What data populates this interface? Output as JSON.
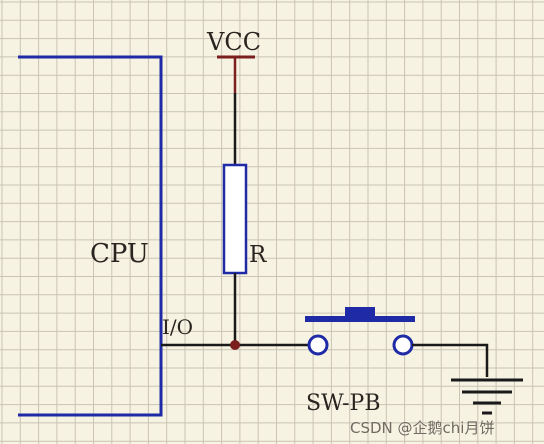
{
  "labels": {
    "vcc": "VCC",
    "cpu": "CPU",
    "resistor": "R",
    "io": "I/O",
    "switch": "SW-PB"
  },
  "watermark": "CSDN @企鹅chi月饼",
  "colors": {
    "background": "#f7f3e3",
    "grid": "#c9c4b5",
    "cpu_outline": "#1e2aa6",
    "wire": "#1a1a1a",
    "vcc_rail": "#7a1e1e",
    "resistor_body": "#1e2aa6",
    "junction": "#7a1e1e",
    "switch": "#1e2aa6",
    "ground": "#1a1a1a",
    "text": "#2a2420"
  }
}
